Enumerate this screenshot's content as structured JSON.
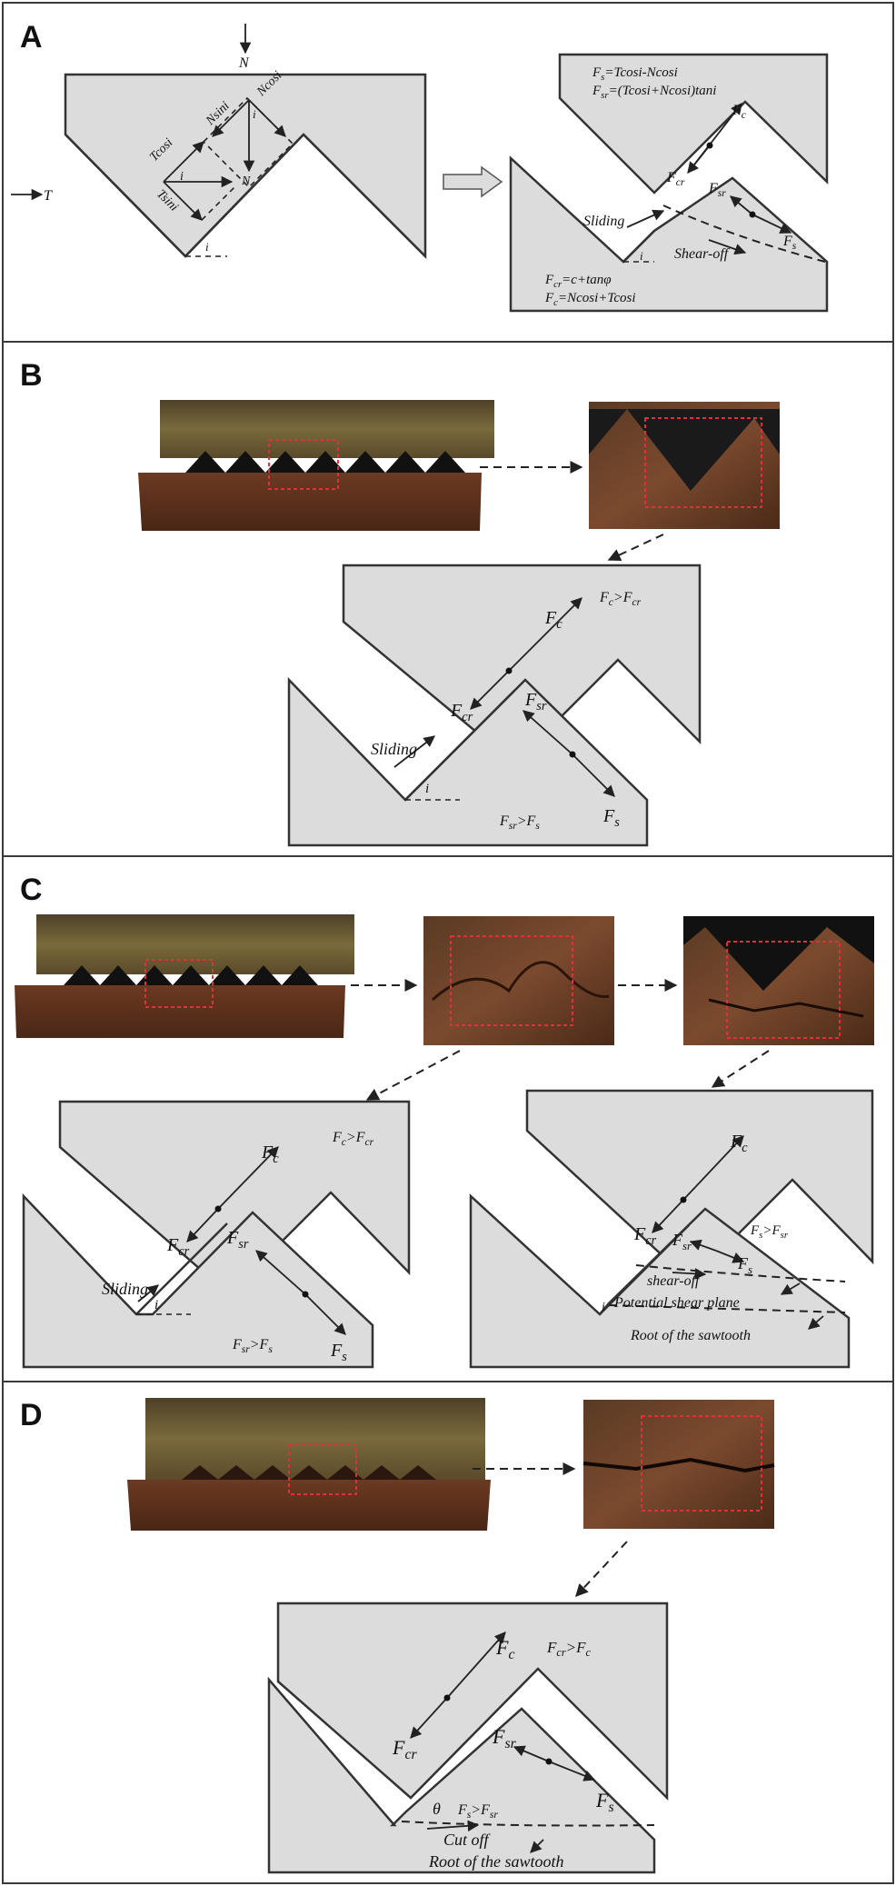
{
  "panels": {
    "a": {
      "letter": "A",
      "force_N": "N",
      "force_T": "T",
      "tcos": "Tcosi",
      "tsin": "Tsini",
      "nsin": "Nsini",
      "ncos": "Ncosi",
      "angle_i": "i",
      "eq_fs_pre": "F",
      "eq_fs_sub": "s",
      "eq_fs_rest": "=Tcosi-Ncosi",
      "eq_fsr_pre": "F",
      "eq_fsr_sub": "sr",
      "eq_fsr_rest": "=(Tcosi+Ncosi)tani",
      "eq_fcr_pre": "F",
      "eq_fcr_sub": "cr",
      "eq_fcr_rest": "=c+tanφ",
      "eq_fc_pre": "F",
      "eq_fc_sub": "c",
      "eq_fc_rest": "=Ncosi+Tcosi",
      "fc": "F",
      "fc_sub": "c",
      "fcr": "F",
      "fcr_sub": "cr",
      "fsr": "F",
      "fsr_sub": "sr",
      "fs": "F",
      "fs_sub": "s",
      "sliding": "Sliding",
      "shear_off": "Shear-off"
    },
    "b": {
      "letter": "B",
      "cond_top": "F",
      "cond_top_s1": "c",
      "cond_top_mid": ">F",
      "cond_top_s2": "cr",
      "cond_bot": "F",
      "cond_bot_s1": "sr",
      "cond_bot_mid": ">F",
      "cond_bot_s2": "s",
      "fc": "F",
      "fc_sub": "c",
      "fcr": "F",
      "fcr_sub": "cr",
      "fsr": "F",
      "fsr_sub": "sr",
      "fs": "F",
      "fs_sub": "s",
      "sliding": "Sliding",
      "angle_i": "i"
    },
    "c": {
      "letter": "C",
      "left": {
        "cond_top": "F",
        "cond_top_s1": "c",
        "cond_top_mid": ">F",
        "cond_top_s2": "cr",
        "cond_bot": "F",
        "cond_bot_s1": "sr",
        "cond_bot_mid": ">F",
        "cond_bot_s2": "s",
        "fc": "F",
        "fc_sub": "c",
        "fcr": "F",
        "fcr_sub": "cr",
        "fsr": "F",
        "fsr_sub": "sr",
        "fs": "F",
        "fs_sub": "s",
        "sliding": "Sliding",
        "angle_i": "i"
      },
      "right": {
        "cond": "F",
        "cond_s1": "s",
        "cond_mid": ">F",
        "cond_s2": "sr",
        "fc": "F",
        "fc_sub": "c",
        "fcr": "F",
        "fcr_sub": "cr",
        "fsr": "F",
        "fsr_sub": "sr",
        "fs": "F",
        "fs_sub": "s",
        "shear_off": "shear-off",
        "potential": "Potential shear plane",
        "root": "Root of the sawtooth",
        "angle_i": "i"
      }
    },
    "d": {
      "letter": "D",
      "cond_top": "F",
      "cond_top_s1": "cr",
      "cond_top_mid": ">F",
      "cond_top_s2": "c",
      "cond_mid": "F",
      "cond_mid_s1": "s",
      "cond_mid_mid": ">F",
      "cond_mid_s2": "sr",
      "fc": "F",
      "fc_sub": "c",
      "fcr": "F",
      "fcr_sub": "cr",
      "fsr": "F",
      "fsr_sub": "sr",
      "fs": "F",
      "fs_sub": "s",
      "angle": "θ",
      "cut_off": "Cut off",
      "root": "Root of the sawtooth"
    }
  },
  "colors": {
    "block_fill": "#dcdcdc",
    "rock_dark": "#5a3320",
    "rock_top": "#6b5a32",
    "red_box": "#e0303a"
  }
}
